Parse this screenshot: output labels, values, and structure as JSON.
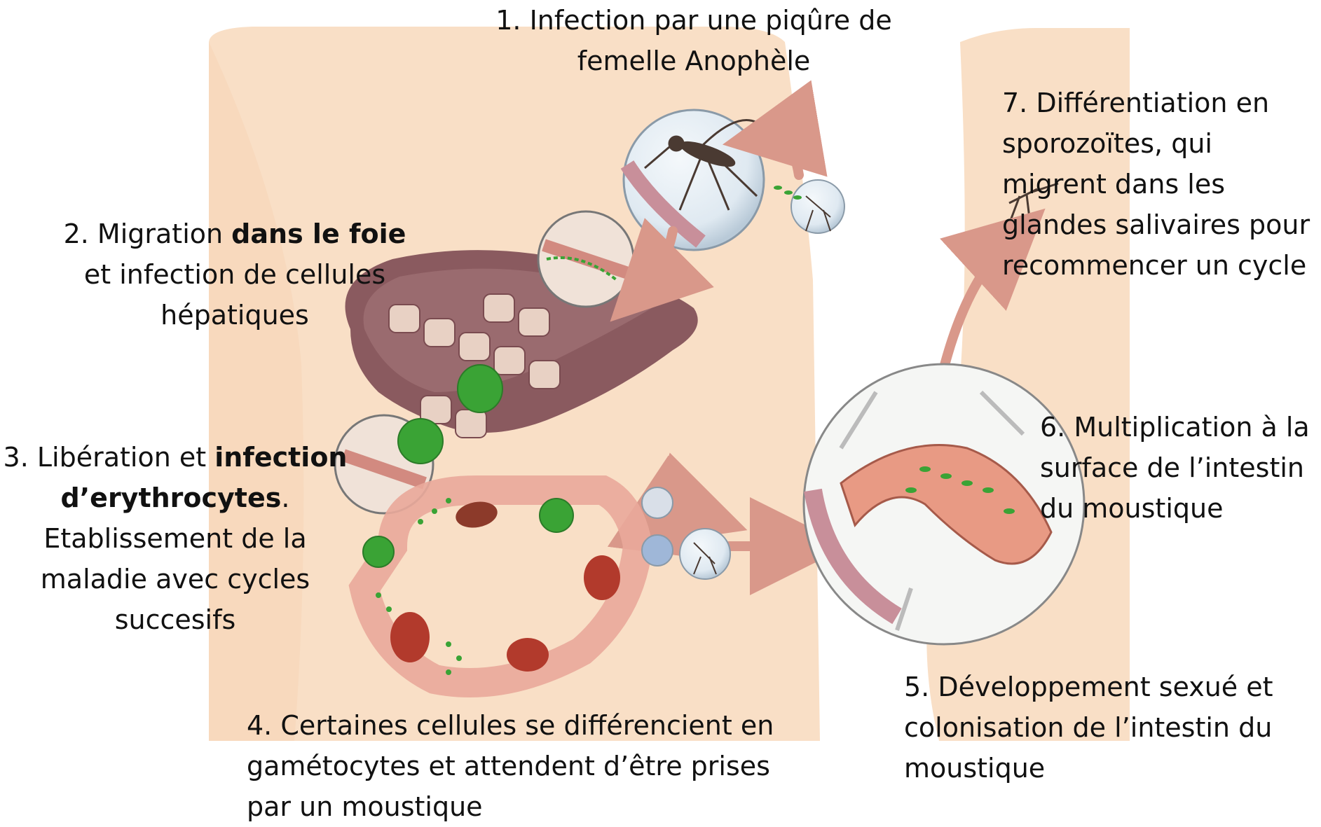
{
  "colors": {
    "background": "#ffffff",
    "body_silhouette": "#f9dfc6",
    "liver": "#8a5a5f",
    "liver_light": "#a77a7c",
    "hepatocyte": "#e8d1c4",
    "parasite_green": "#3aa335",
    "red_blood_cell": "#b23a2c",
    "cycle_arrow": "#e9a89a",
    "arrow": "#d9988a",
    "mosquito": "#4a3a32",
    "gut_tissue": "#e89a84",
    "text": "#111111"
  },
  "steps": {
    "step1": {
      "line1": "1. Infection par une piqûre de",
      "line2": "femelle Anophèle"
    },
    "step2": {
      "line1_pre": "2. Migration ",
      "line1_bold": "dans le foie",
      "line2": "et infection de cellules",
      "line3": "hépatiques"
    },
    "step3": {
      "line1_pre": "3. Libération et ",
      "line1_bold": "infection",
      "line2_bold": "d’erythrocytes",
      "line2_post": ".",
      "line3": "Etablissement de la",
      "line4": "maladie avec cycles",
      "line5": "succesifs"
    },
    "step4": {
      "line1": "4. Certaines cellules se différencient en",
      "line2": "gamétocytes et attendent d’être prises",
      "line3": "par un moustique"
    },
    "step5": {
      "line1": "5. Développement sexué et",
      "line2": "colonisation de l’intestin du",
      "line3": "moustique"
    },
    "step6": {
      "line1": "6. Multiplication à la",
      "line2": "surface de l’intestin",
      "line3": "du moustique"
    },
    "step7": {
      "line1": "7. Différentiation en",
      "line2": "sporozoïtes, qui",
      "line3": "migrent dans les",
      "line4": "glandes salivaires pour",
      "line5": "recommencer un cycle"
    }
  },
  "icons": [
    "mosquito-icon",
    "liver-icon",
    "red-blood-cell-icon",
    "gametocyte-icon",
    "mosquito-gut-icon",
    "arrow-icon"
  ]
}
